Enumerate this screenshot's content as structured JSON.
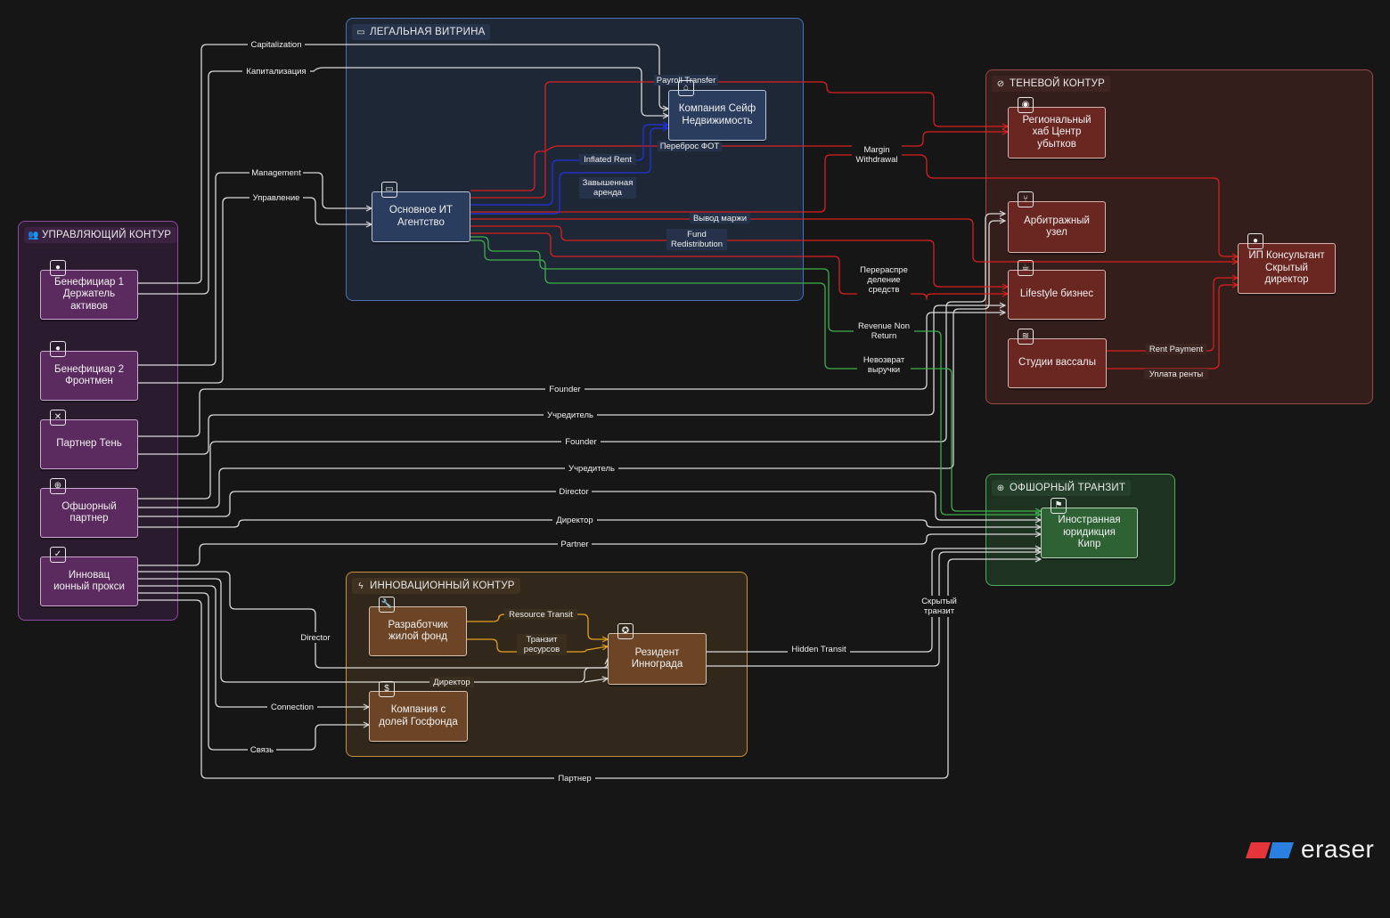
{
  "groups": {
    "control": {
      "label": "УПРАВЛЯЮЩИЙ КОНТУР",
      "icon": "people-icon",
      "color": "#b25fc1"
    },
    "legal": {
      "label": "ЛЕГАЛЬНАЯ ВИТРИНА",
      "icon": "briefcase-icon",
      "color": "#4a6fb8"
    },
    "shadow": {
      "label": "ТЕНЕВОЙ КОНТУР",
      "icon": "eye-off-icon",
      "color": "#b5544b"
    },
    "offshore": {
      "label": "ОФШОРНЫЙ ТРАНЗИТ",
      "icon": "globe-icon",
      "color": "#4fae5a"
    },
    "innovation": {
      "label": "ИННОВАЦИОННЫЙ КОНТУР",
      "icon": "zap-icon",
      "color": "#c9913a"
    }
  },
  "nodes": {
    "ben1": {
      "label": "Бенефициар 1\nДержатель\nактивов",
      "icon": "user-icon"
    },
    "ben2": {
      "label": "Бенефициар 2\nФронтмен",
      "icon": "user-icon"
    },
    "shadowp": {
      "label": "Партнер Тень",
      "icon": "user-x-icon"
    },
    "offp": {
      "label": "Офшорный\nпартнер",
      "icon": "globe-icon"
    },
    "proxy": {
      "label": "Инновац\nионный прокси",
      "icon": "user-check-icon"
    },
    "it": {
      "label": "Основное ИТ\nАгентство",
      "icon": "monitor-icon"
    },
    "safe": {
      "label": "Компания Сейф\nНедвижимость",
      "icon": "home-icon"
    },
    "hub": {
      "label": "Региональный\nхаб Центр\nубытков",
      "icon": "map-pin-icon"
    },
    "arb": {
      "label": "Арбитражный\nузел",
      "icon": "git-branch-icon"
    },
    "life": {
      "label": "Lifestyle бизнес",
      "icon": "coffee-icon"
    },
    "studios": {
      "label": "Студии вассалы",
      "icon": "layers-icon"
    },
    "ip": {
      "label": "ИП Консультант\nСкрытый\nдиректор",
      "icon": "user-icon"
    },
    "cyprus": {
      "label": "Иностранная\nюридикция\nКипр",
      "icon": "flag-icon"
    },
    "dev": {
      "label": "Разработчик\nжилой фонд",
      "icon": "wrench-icon"
    },
    "res": {
      "label": "Резидент\nИннограда",
      "icon": "award-icon"
    },
    "gov": {
      "label": "Компания с\nдолей Госфонда",
      "icon": "dollar-icon"
    }
  },
  "edges": [
    {
      "label": "Capitalization"
    },
    {
      "label": "Капитализация"
    },
    {
      "label": "Management"
    },
    {
      "label": "Управление"
    },
    {
      "label": "Payroll Transfer"
    },
    {
      "label": "Переброс ФОТ"
    },
    {
      "label": "Inflated Rent"
    },
    {
      "label": "Завышенная\nаренда"
    },
    {
      "label": "Margin\nWithdrawal"
    },
    {
      "label": "Вывод маржи"
    },
    {
      "label": "Fund\nRedistribution"
    },
    {
      "label": "Перераспре\nделение\nсредств"
    },
    {
      "label": "Revenue Non\nReturn"
    },
    {
      "label": "Невозврат\nвыручки"
    },
    {
      "label": "Rent Payment"
    },
    {
      "label": "Уплата ренты"
    },
    {
      "label": "Founder"
    },
    {
      "label": "Учредитель"
    },
    {
      "label": "Founder"
    },
    {
      "label": "Учредитель"
    },
    {
      "label": "Director"
    },
    {
      "label": "Директор"
    },
    {
      "label": "Partner"
    },
    {
      "label": "Партнер"
    },
    {
      "label": "Director"
    },
    {
      "label": "Директор"
    },
    {
      "label": "Connection"
    },
    {
      "label": "Связь"
    },
    {
      "label": "Resource Transit"
    },
    {
      "label": "Транзит\nресурсов"
    },
    {
      "label": "Hidden Transit"
    },
    {
      "label": "Скрытый\nтранзит"
    }
  ],
  "colors": {
    "white": "#d9d9d9",
    "red": "#d92020",
    "blue": "#2233dd",
    "green": "#3fae4a",
    "orange": "#e2a020"
  },
  "logo": {
    "text": "eraser",
    "icon": "eraser-logo-icon"
  }
}
